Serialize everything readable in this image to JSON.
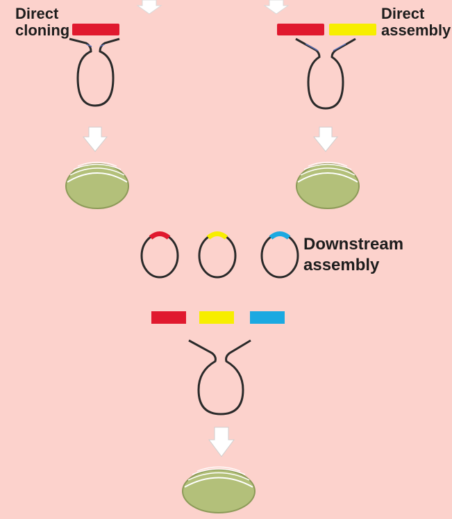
{
  "labels": {
    "direct_cloning": "Direct\ncloning",
    "direct_assembly": "Direct\nassembly",
    "downstream_assembly": "Downstream\nassembly"
  },
  "colors": {
    "background": "#fcd2cc",
    "fragment_red": "#e0192e",
    "fragment_yellow": "#f7ee00",
    "fragment_blue": "#1ba9e1",
    "plasmid_outline": "#2a2a2a",
    "colony_fill": "#b3c07a",
    "arrow_fill": "#ffffff"
  }
}
